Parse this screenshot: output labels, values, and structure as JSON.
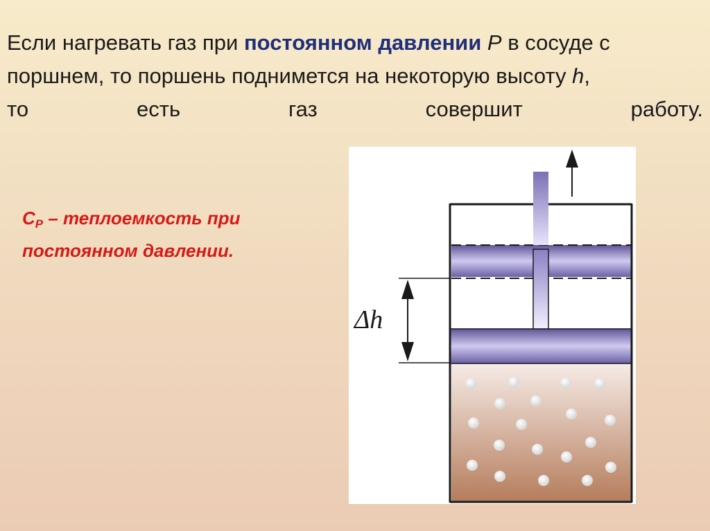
{
  "statement": {
    "line1_part1": "Если нагревать газ при ",
    "line1_emph": "постоянном давлении",
    "line1_var": "P",
    "line1_part2": " в сосуде с",
    "line2_text": "поршнем, то поршень поднимется на некоторую высоту ",
    "line2_var": "h",
    "line2_punct": ",",
    "line3_words": [
      "то",
      "есть",
      "газ",
      "совершит",
      "работу."
    ]
  },
  "definition": {
    "symbol": "C",
    "subscript": "P",
    "text_line1": " – теплоемкость при",
    "text_line2": "постоянном давлении."
  },
  "figure": {
    "delta_label": "Δh",
    "colors": {
      "piston": "#7a6fb0",
      "gas_top": "#f6ebe6",
      "gas_bottom": "#b57d5c",
      "bubble": "#f0f0f0",
      "outline": "#1a1a1a",
      "emphasis_text": "#1f2f7a",
      "definition_text": "#d61a17"
    }
  }
}
